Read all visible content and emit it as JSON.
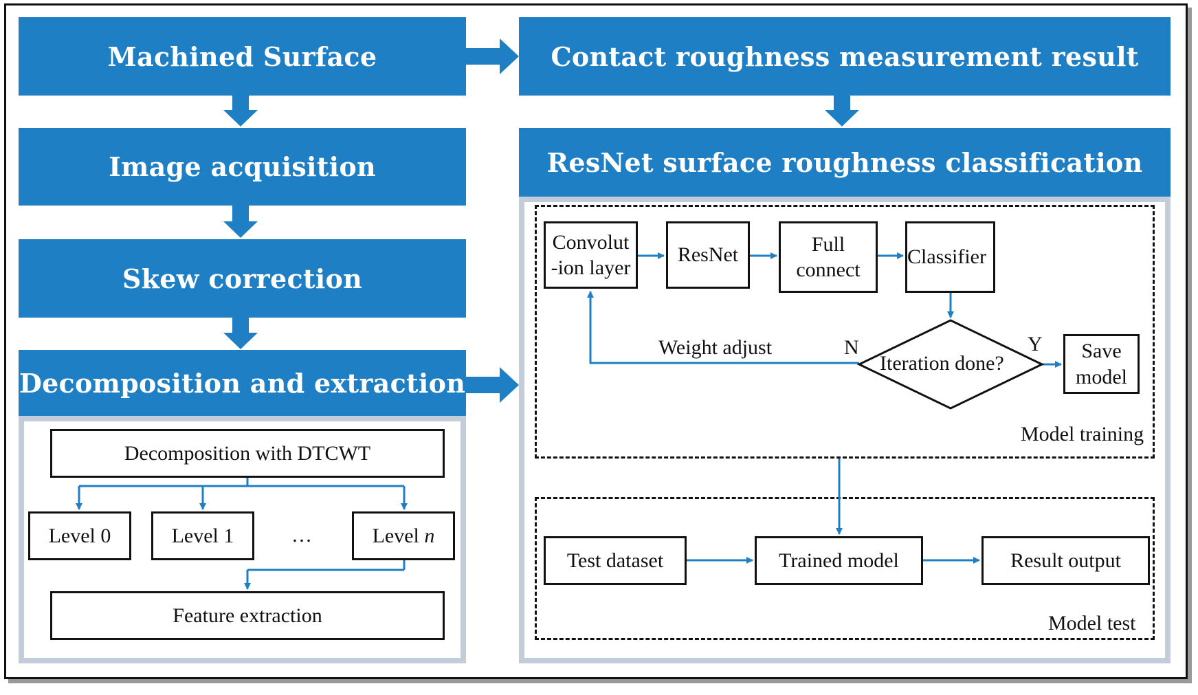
{
  "left_column": {
    "machined_surface": "Machined Surface",
    "image_acquisition": "Image acquisition",
    "skew_correction": "Skew correction",
    "decomposition_extraction": "Decomposition and extraction",
    "dtcwt": "Decomposition with DTCWT",
    "level0": "Level 0",
    "level1": "Level 1",
    "ellipsis": "…",
    "leveln_prefix": "Level ",
    "leveln_var": "n",
    "feature_extraction": "Feature extraction"
  },
  "right_column": {
    "contact_result": "Contact roughness measurement result",
    "resnet_classification": "ResNet surface roughness classification",
    "training": {
      "conv_line1": "Convolut",
      "conv_line2": "-ion layer",
      "resnet": "ResNet",
      "full_line1": "Full",
      "full_line2": "connect",
      "classifier": "Classifier",
      "iteration": "Iteration done?",
      "weight_adjust": "Weight adjust",
      "no": "N",
      "yes": "Y",
      "save_line1": "Save",
      "save_line2": "model",
      "section_label": "Model training"
    },
    "test": {
      "test_dataset": "Test dataset",
      "trained_model": "Trained model",
      "result_output": "Result output",
      "section_label": "Model test"
    }
  },
  "colors": {
    "primary_blue": "#1f7fc4",
    "panel_border": "#c3ccd9",
    "line_blue": "#1f7fc4"
  }
}
